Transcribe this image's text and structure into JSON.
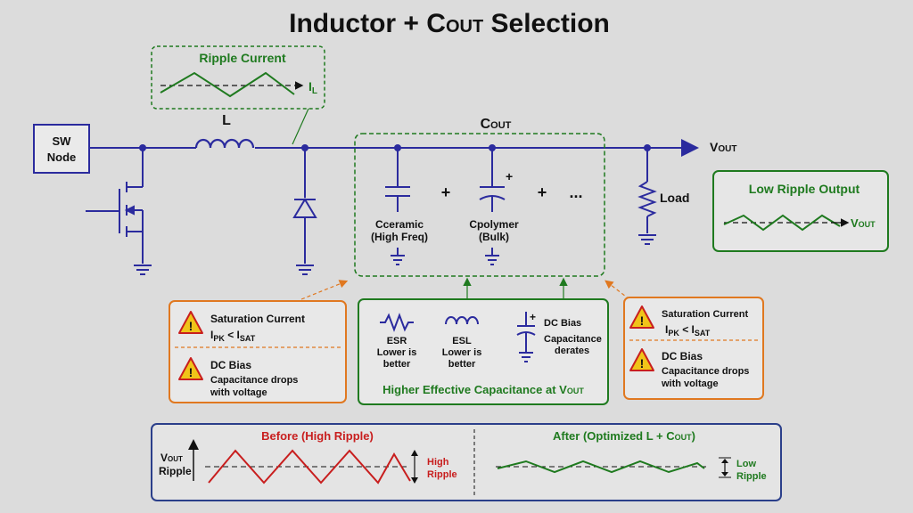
{
  "title": {
    "main": "Inductor + C",
    "sub": "OUT",
    "tail": " Selection"
  },
  "sw_node": {
    "line1": "SW",
    "line2": "Node"
  },
  "inductor": {
    "label": "L"
  },
  "ripple_box": {
    "title": "Ripple Current",
    "signal_main": "I",
    "signal_sub": "L"
  },
  "cout": {
    "main": "C",
    "sub": "OUT"
  },
  "caps": {
    "ceramic": {
      "name": "Cceramic",
      "note": "(High Freq)"
    },
    "polymer": {
      "name": "Cpolymer",
      "note": "(Bulk)"
    },
    "plus1": "+",
    "plus2": "+",
    "ellipsis": "...",
    "polarity": "+"
  },
  "vout_node": {
    "main": "V",
    "sub": "OUT"
  },
  "load": {
    "label": "Load"
  },
  "low_ripple_output": {
    "title": "Low Ripple Output",
    "signal_main": "V",
    "signal_sub": "OUT"
  },
  "left_warning": {
    "sat_title": "Saturation Current",
    "sat_i1": "I",
    "sat_pk": "PK",
    "sat_lt": " < I",
    "sat_sat": "SAT",
    "dc_title": "DC Bias",
    "dc_line1": "Capacitance drops",
    "dc_line2": "with voltage"
  },
  "right_warning": {
    "sat_title": "Saturation Current",
    "sat_i1": "I",
    "sat_pk": "PK",
    "sat_lt": " < I",
    "sat_sat": "SAT",
    "dc_title": "DC Bias",
    "dc_line1": "Capacitance drops",
    "dc_line2": "with voltage"
  },
  "effective_cap": {
    "esr": {
      "title": "ESR",
      "line1": "Lower is",
      "line2": "better"
    },
    "esl": {
      "title": "ESL",
      "line1": "Lower is",
      "line2": "better"
    },
    "dcbias": {
      "title": "DC Bias",
      "line1": "Capacitance",
      "line2": "derates",
      "polarity": "+"
    },
    "footer_main": "Higher Effective Capacitance at V",
    "footer_sub": "OUT"
  },
  "comparison": {
    "axis_main": "V",
    "axis_sub": "OUT",
    "axis_line2": "Ripple",
    "before_title": "Before (High Ripple)",
    "high_1": "High",
    "high_2": "Ripple",
    "after_main": "After (Optimized L + C",
    "after_sub": "OUT",
    "after_tail": ")",
    "low_1": "Low",
    "low_2": "Ripple"
  },
  "warning_glyph": "!",
  "colors": {
    "wire": "#2b2b9e",
    "green": "#1f7a1f",
    "orange": "#e07820",
    "red": "#c81e1e",
    "warn_fill": "#f0c419",
    "panel_blue": "#2b3f8a"
  }
}
